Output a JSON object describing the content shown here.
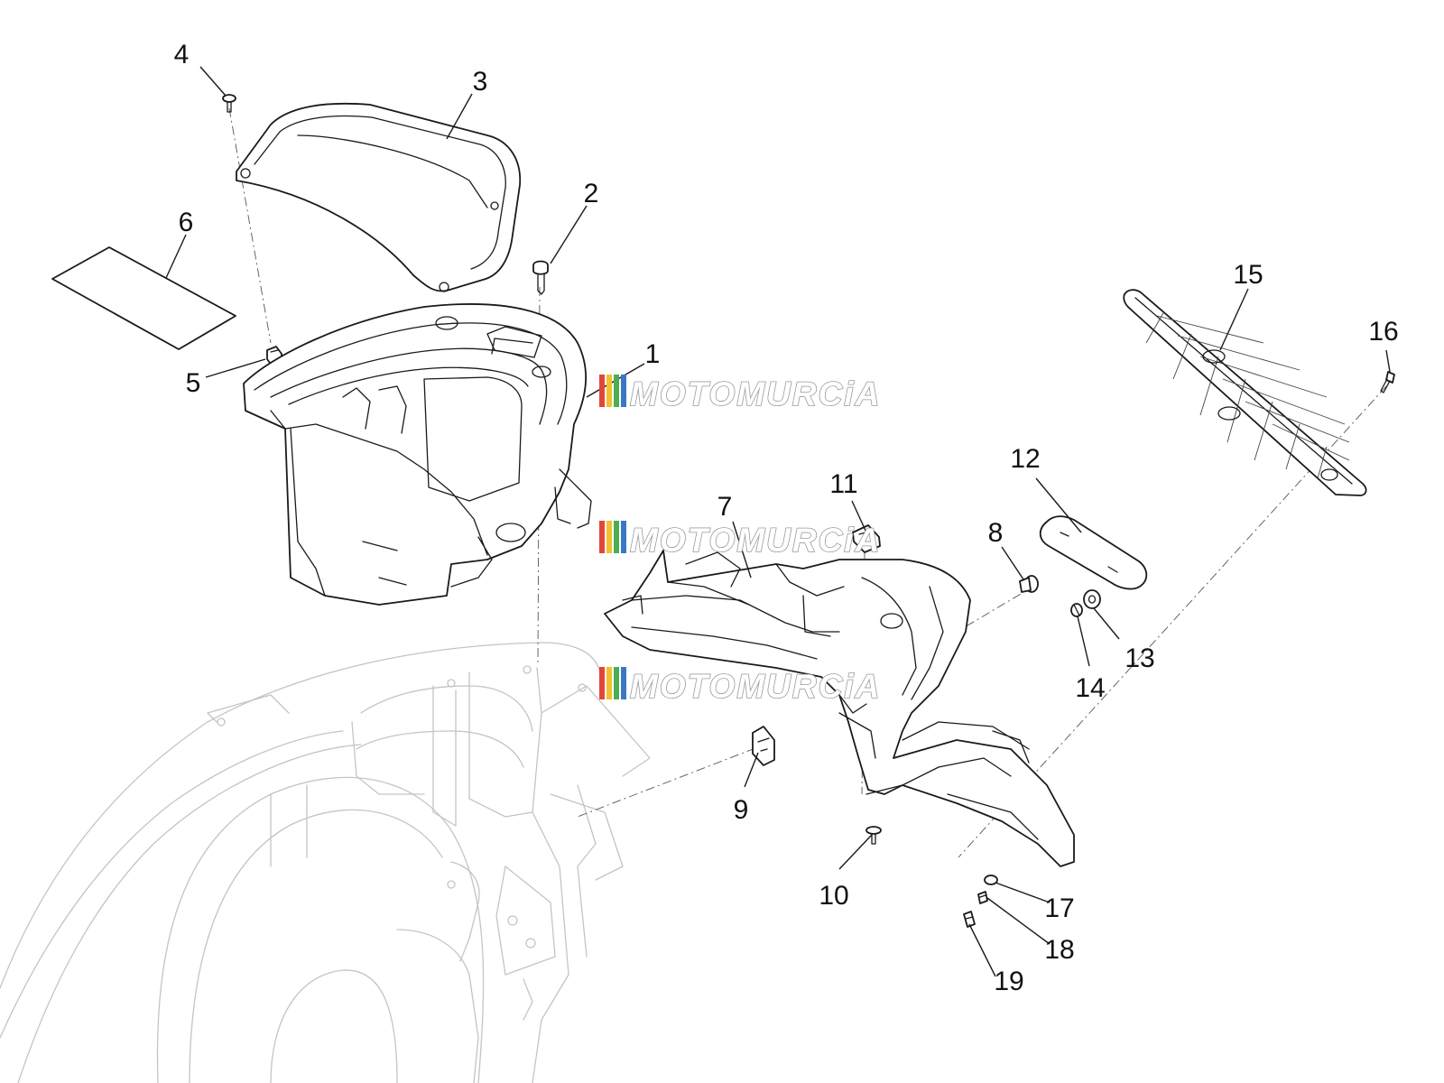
{
  "callouts": [
    {
      "id": "1",
      "label": "1"
    },
    {
      "id": "2",
      "label": "2"
    },
    {
      "id": "3",
      "label": "3"
    },
    {
      "id": "4",
      "label": "4"
    },
    {
      "id": "5",
      "label": "5"
    },
    {
      "id": "6",
      "label": "6"
    },
    {
      "id": "7",
      "label": "7"
    },
    {
      "id": "8",
      "label": "8"
    },
    {
      "id": "9",
      "label": "9"
    },
    {
      "id": "10",
      "label": "10"
    },
    {
      "id": "11",
      "label": "11"
    },
    {
      "id": "12",
      "label": "12"
    },
    {
      "id": "13",
      "label": "13"
    },
    {
      "id": "14",
      "label": "14"
    },
    {
      "id": "15",
      "label": "15"
    },
    {
      "id": "16",
      "label": "16"
    },
    {
      "id": "17",
      "label": "17"
    },
    {
      "id": "18",
      "label": "18"
    },
    {
      "id": "19",
      "label": "19"
    }
  ],
  "watermark": {
    "text": "MOTOMURCiA",
    "stripe_colors": [
      "#e2463a",
      "#f2c12e",
      "#4cae4f",
      "#3a78c2"
    ]
  },
  "colors": {
    "part_stroke": "#1a1a1a",
    "frame_stroke": "#c4c4c4",
    "background": "#ffffff"
  }
}
